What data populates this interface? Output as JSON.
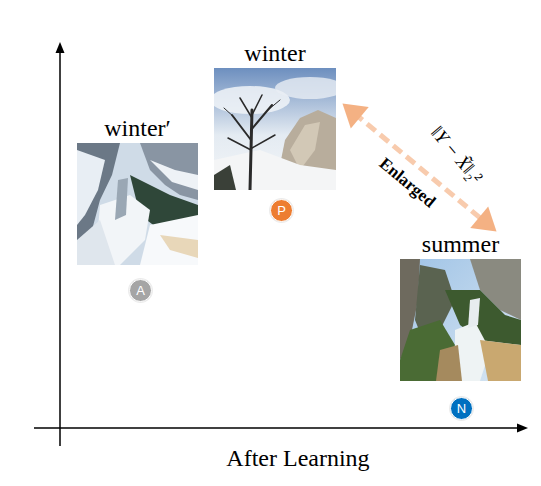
{
  "diagram": {
    "nodes": [
      {
        "text": [
          "winter′"
        ]
      },
      {
        "text": [
          "A"
        ]
      },
      {
        "text": [
          "winter"
        ]
      },
      {
        "text": [
          "P"
        ]
      },
      {
        "text": [
          "summer"
        ]
      },
      {
        "text": [
          "N"
        ]
      }
    ],
    "edges": [
      {
        "from": 2,
        "to": 4,
        "arrow": "both",
        "label": "Enlarged"
      }
    ],
    "labels": [
      "‖Y − X̃‖₂²",
      "After Learning"
    ]
  }
}
